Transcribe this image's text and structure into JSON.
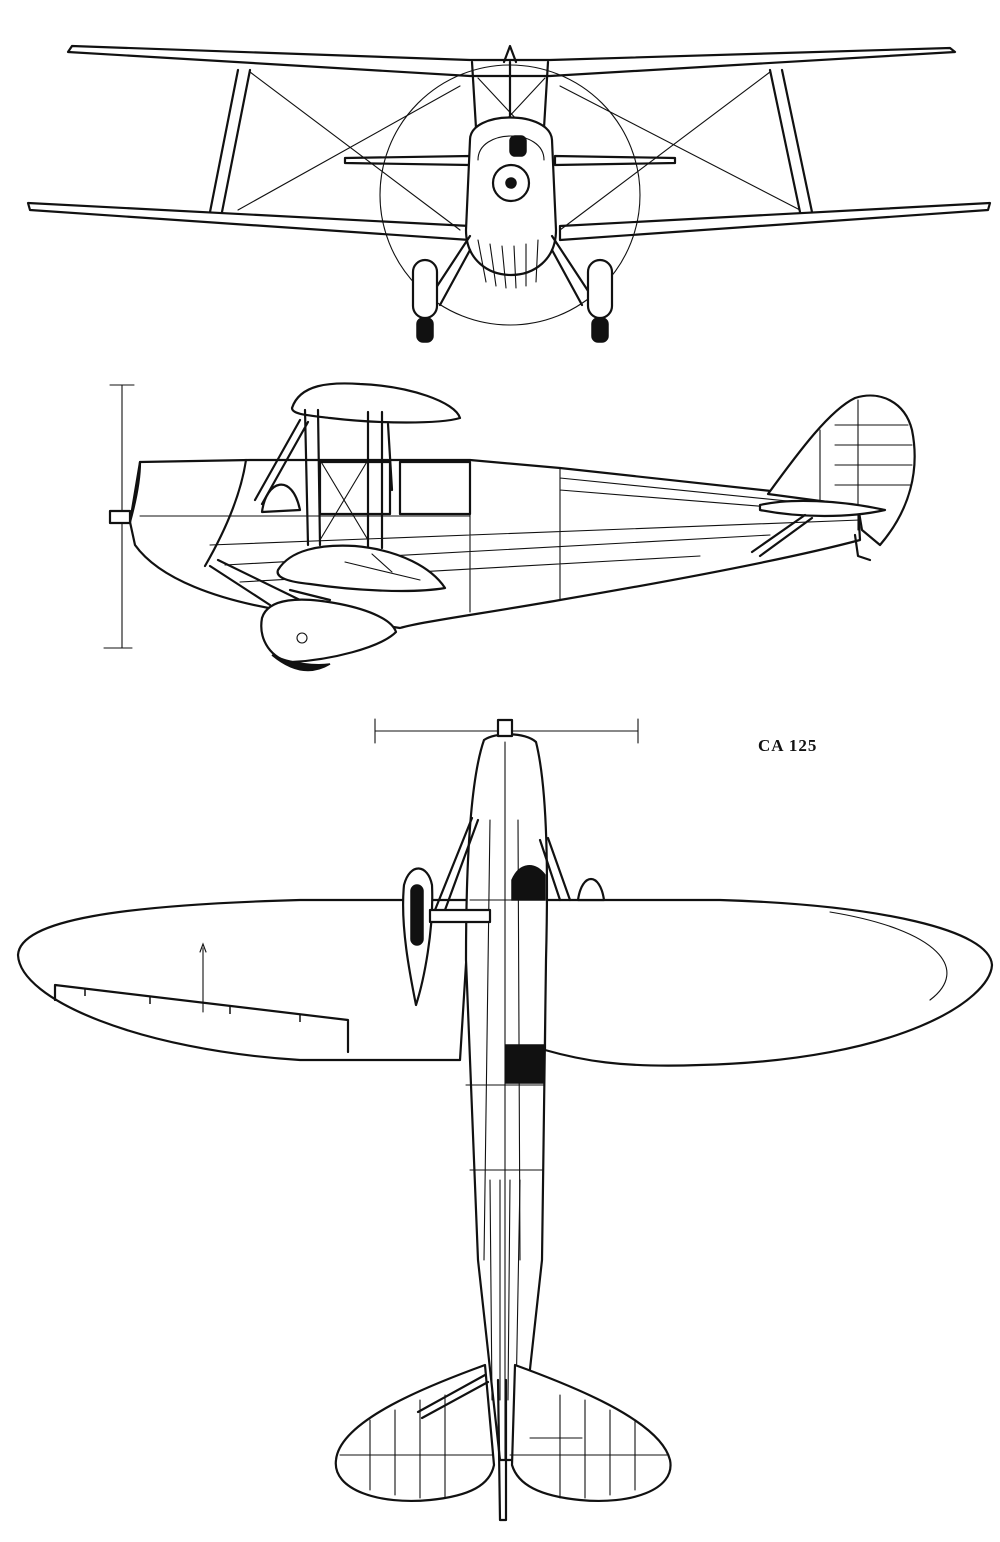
{
  "drawing": {
    "designation": "CA 125",
    "views": [
      "front-view",
      "side-view",
      "top-view"
    ],
    "ink_color": "#111111",
    "paper_color": "#ffffff"
  }
}
